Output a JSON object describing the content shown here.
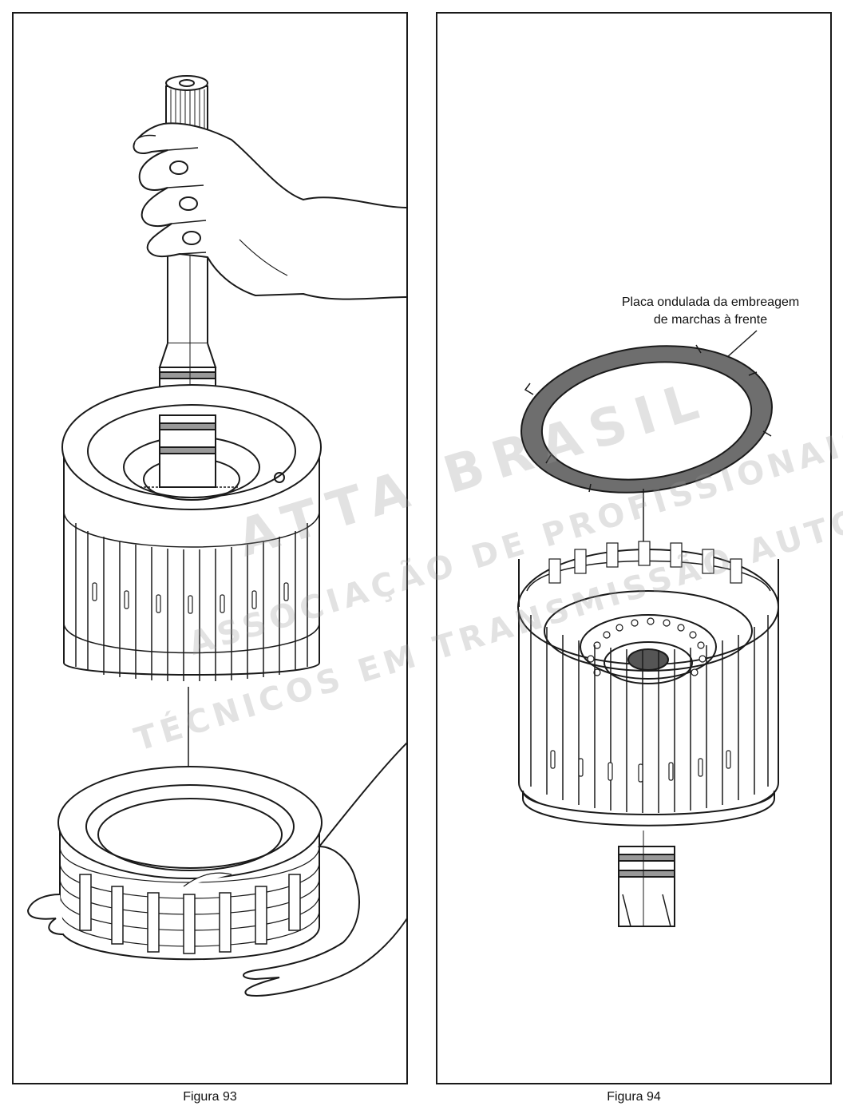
{
  "figures": [
    {
      "id": "93",
      "caption": "Figura 93"
    },
    {
      "id": "94",
      "caption": "Figura 94"
    }
  ],
  "callout": {
    "line1": "Placa ondulada da embreagem",
    "line2": "de marchas à frente"
  },
  "watermark": {
    "brand": "ATTA BRASIL",
    "line1": "ASSOCIAÇÃO DE PROFISSIONAIS",
    "line2": "TÉCNICOS EM TRANSMISSÃO AUTOMÁTICA"
  }
}
